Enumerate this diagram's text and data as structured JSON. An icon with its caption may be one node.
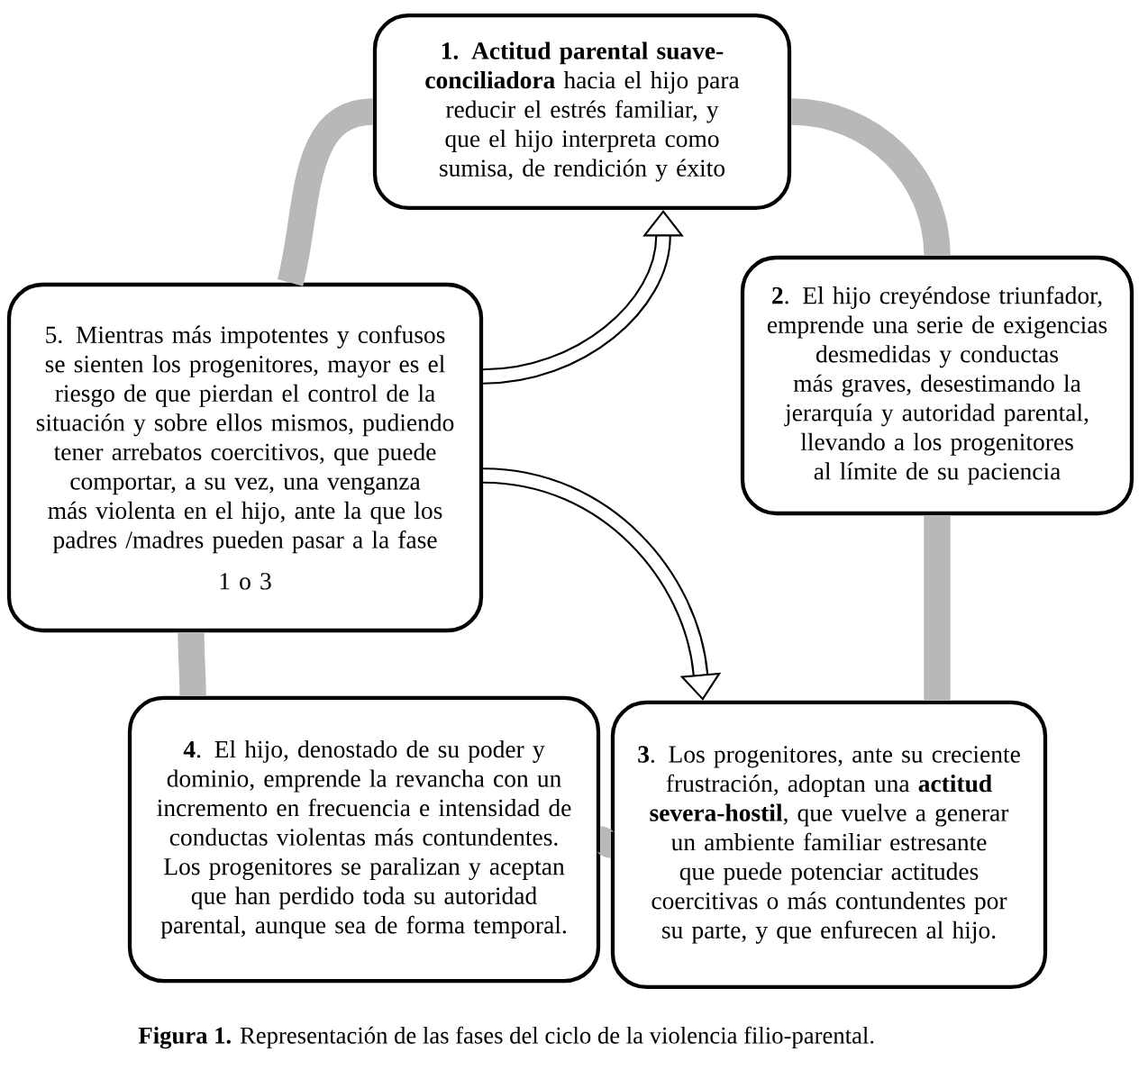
{
  "diagram": {
    "caption": "**Figura 1.** Representación de las fases del ciclo de la violencia filio-parental.",
    "nodes": [
      {
        "text": [
          "**1. Actitud parental suave-conciliadora** hacia el hijo para reducir el estrés familiar, y que el hijo interpreta como sumisa, de rendición y éxito"
        ]
      },
      {
        "text": [
          "**2**. El hijo creyéndose triunfador, emprende una serie de exigencias desmedidas y conductas más graves, desestimando la jerarquía y autoridad parental, llevando a los progenitores al límite de su paciencia"
        ]
      },
      {
        "text": [
          "**3**. Los progenitores, ante su creciente frustración, adoptan una **actitud severa-hostil**, que vuelve a generar un ambiente familiar estresante que puede potenciar actitudes coercitivas o más contundentes por su parte, y que enfurecen al hijo."
        ]
      },
      {
        "text": [
          "**4**. El hijo, denostado de su poder y dominio, emprende la revancha con un incremento en frecuencia e intensidad de conductas violentas más contundentes. Los progenitores se paralizan y aceptan que han perdido toda su autoridad parental, aunque sea de forma temporal."
        ]
      },
      {
        "text": [
          "5. Mientras más impotentes y confusos se sienten los progenitores, mayor es el riesgo de que pierdan el control de la situación y sobre ellos mismos, pudiendo tener arrebatos coercitivos, que puede comportar, a su vez, una venganza más violenta en el hijo, ante la que los padres /madres pueden pasar a la fase",
          "1 o 3"
        ]
      }
    ],
    "edges": [
      {
        "from": 0,
        "to": 1,
        "arrow": "none"
      },
      {
        "from": 1,
        "to": 2,
        "arrow": "none"
      },
      {
        "from": 2,
        "to": 3,
        "arrow": "none"
      },
      {
        "from": 3,
        "to": 4,
        "arrow": "none"
      },
      {
        "from": 4,
        "to": 0,
        "arrow": "none"
      },
      {
        "from": 4,
        "to": 0,
        "arrow": "to",
        "color": "#000000"
      },
      {
        "from": 4,
        "to": 2,
        "arrow": "to",
        "color": "#000000"
      }
    ]
  }
}
